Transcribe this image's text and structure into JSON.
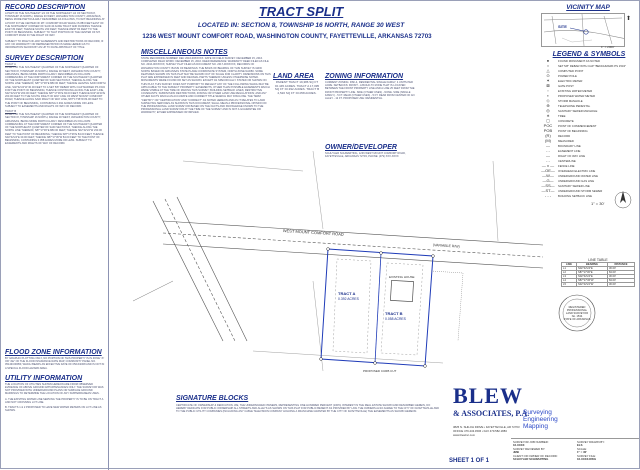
{
  "header": {
    "title": "TRACT SPLIT",
    "located": "LOCATED IN: SECTION 8, TOWNSHIP 16 NORTH, RANGE 30 WEST",
    "address": "1236 WEST MOUNT COMFORT ROAD, WASHINGTON COUNTY, FAYETTEVILLE, ARKANSAS 72703"
  },
  "left": {
    "record_title": "RECORD DESCRIPTION",
    "record_text": "A PART OF THE SOUTHEAST 1/4 OF THE NORTHEAST 1/4 OF SECTION 8, TOWNSHIP 16 NORTH, RANGE 30 WEST, WASHINGTON COUNTY, ARKANSAS, BEING MORE PARTICULARLY DESCRIBED AS FOLLOWS, TO-WIT: BEGINNING AT A POINT IN THE CENTER OF MT. COMFORT ROAD WHICH IS 883 FEET EAST OF THE NORTHWEST CORNER OF SAID 40 ACRE TRACT AND RUNNING THENCE EAST 84 FEET, THENCE SOUTH 233 FEET, THENCE WEST 84 FEET TO THE POINT OF BEGINNING. SUBJECT TO THAT PORTION OF THE CENTER OF MT. COMFORT ROAD IN THE RIGHT OF WAY.",
    "record_text2": "SUBJECT TO RIGHT-OF-WAY EASEMENTS AND RESTRICTIONS OF RECORD, IF ANY. NO WARRANTY OR REPRESENTATION IS MADE HEREIN AS TO INFORMATION SHOWN BY AN UP TO DATE ABSTRACT OF TITLE.",
    "survey_title": "SURVEY DESCRIPTION",
    "tract_a": "TRACT A",
    "survey_text": "A PART OF THE SOUTHEAST QUARTER OF THE NORTHEAST QUARTER OF SECTION 8, TOWNSHIP 16 NORTH, RANGE 30 WEST, WASHINGTON COUNTY, ARKANSAS, BEING MORE PARTICULARLY DESCRIBED AS FOLLOWS: COMMENCING AT THE NORTHWEST CORNER OF THE SOUTHEAST QUARTER OF THE NORTHEAST QUARTER OF SAID SECTION 8, THENCE ALONG THE NORTH LINE THEREOF, S87°17'36\"E 883.00 FEET; THENCE LEAVING SAID NORTH LINE, S02°42'24\"W 30.00 FEET TO A SET 5/8\" REBAR WITH CAP MARKED PS 1534 FOR THE POINT OF BEGINNING; THENCE CONTINUING ALONG THE EAST LINE, S02°42'24\"W 203.00 FEET; THENCE S87°17'36\"E 84.00 FEET; THENCE N02°42'24\"E 203.00 FEET TO THE SOUTH RIGHT OF WAY LINE OF WEST MOUNT COMFORT ROAD; THENCE ALONG SAID RIGHT OF WAY LINE, N87°17'36\"W 84.00 FEET TO THE POINT OF BEGINNING, CONTAINING 0.392 ACRES MORE OR LESS. SUBJECT TO EASEMENTS AND RIGHTS OF WAY OF RECORD.",
    "tract_b": "TRACT B",
    "survey_text2": "A PART OF THE SOUTHEAST QUARTER OF THE NORTHEAST QUARTER OF SECTION 8, TOWNSHIP 16 NORTH, RANGE 30 WEST, WASHINGTON COUNTY, ARKANSAS, BEING MORE PARTICULARLY DESCRIBED AS FOLLOWS: COMMENCING AT THE NORTHWEST CORNER OF THE SOUTHEAST QUARTER OF THE NORTHEAST QUARTER OF SAID SECTION 8, THENCE ALONG THE NORTH LINE THEREOF, S87°17'36\"E 883.00 FEET; THENCE S02°42'24\"W 233.00 FEET TO THE POINT OF BEGINNING; THENCE S87°17'36\"E 84.00 FEET; THENCE N02°42'24\"E 30.00 FEET; THENCE N87°17'36\"W 84.00 FEET TO THE POINT OF BEGINNING, CONTAINING 0.058 ACRES MORE OR LESS. SUBJECT TO EASEMENTS AND RIGHTS OF WAY OF RECORD.",
    "flood_title": "FLOOD ZONE INFORMATION",
    "flood_text": "BY GRAPHIC PLOTTING ONLY, NO PORTION OF THIS PROPERTY IS IN ZONE \"A\" OR \"AE\" OF THE FLOOD INSURANCE RATE MAP, COMMUNITY PANEL NO. 05143C0095F, WHICH BEARS AN EFFECTIVE DATE OF 05/16/2008 AND IS NOT IN A SPECIAL FLOOD HAZARD AREA.",
    "utility_title": "UTILITY INFORMATION",
    "utility_text": "THE LOCATION OF UTILITIES SHOWN HEREON ARE FROM OBSERVED EVIDENCE OF ABOVE GROUND APPURTENANCES ONLY. THE SURVEYOR WAS NOT PROVIDED WITH UNDERGROUND PLANS OR SURFACE GROUND MARKINGS TO DETERMINE THE LOCATION OF ANY SUBTERRANEAN USES.",
    "utility_a": "A. THE EXISTING WATER LINE SERVING THE PROPERTY IS TO BE ON TRACT A AND NOT CROSSING LOT LINE.",
    "utility_b": "B. TRACTS 1 & 2 PROPOSED TO HAVE NEW WATER METERS ON LOT LINE AS SHOWN."
  },
  "misc": {
    "title": "MISCELLANEOUS NOTES",
    "text": "STATE RECORDING NUMBER: DEC 2016-00XXXXX. DATE OF FIELD SURVEY: DECEMBER 15, 2016. COMPLETED FIELD WORK: DECEMBER 15, 2016. DEED REFERENCE: WARRANTY DEED FILED AS FILE NO. 2016-00XXXXX; SURVEY PLAT FILED AS DOCUMENT NO. 2017-00XXXXX, RECORDS OF WASHINGTON COUNTY. BASIS OF BEARINGS: THE BASIS OF BEARING OF THIS SURVEY IS GRID NORTH BASED ON ARKANSAS STATE PLANE COORDINATE SYSTEM, NORTH ZONE NAD83. SOME FEATURES SHOWN ON THIS PLAT MAY BE SHOWN OUT OF SCALE FOR CLARITY. DIMENSIONS ON THIS PLAT ARE EXPRESSED IN FEET AND DECIMAL PARTS THEREOF UNLESS OTHERWISE NOTED. MONUMENTS WERE FOUND OR SET AS SHOWN. EXCEPT AS SPECIFICALLY STATED OR SHOWN ON THIS PLAT, THIS SURVEY DOES NOT PURPORT TO REFLECT ANY OF THE FOLLOWING WHICH MAY BE APPLICABLE TO THE SUBJECT PROPERTY: EASEMENTS, OTHER THAN POSSIBLE EASEMENTS WHICH WERE VISIBLE AT THE TIME OF MAKING THIS SURVEY; BUILDING SETBACK LINES; RESTRICTIVE COVENANTS; SUBDIVISION RESTRICTIONS; ZONING OR OTHER LAND USE REGULATIONS; AND ANY OTHER FACTS WHICH AN ACCURATE AND CURRENT TITLE SEARCH MAY DISCLOSE. THE TERM \"CERTIFY\" OR \"CERTIFICATION\" AND \"CORRECT\" AS NOTED HEREON AND AS IT RELATES TO LAND SURVEYING SERVICES AS SHOWN IN THIS DOCUMENT, SHALL MEAN A PROFESSIONAL OPINION OF THE PROFESSIONAL LAND SURVEYOR BASED ON THE FACTS AND KNOWLEDGE KNOWN TO THE PROFESSIONAL LAND SURVEYOR AT THE TIME OF THE SURVEY AND IS NOT A GUARANTEE OR WARRANTY, EITHER EXPRESSED OR IMPLIED."
  },
  "area": {
    "title": "LAND AREA",
    "text": "PARENT TRACT 19,386 SQ FT ±0.445 ACRES. TRACT A 17,095 SQ FT ±0.392 ACRES. TRACT B 2,520 SQ FT ±0.058 ACRES."
  },
  "zoning": {
    "title": "ZONING INFORMATION",
    "text": "CURRENT ZONING: RSF-4, RESIDENTIAL SINGLE FAMILY, 4 UNITS PER ACRE. SETBACKS: FRONT - A BUILD-TO ZONE THAT IS LOCATED BETWEEN THE FRONT PROPERTY LINE AND A LINE 25 FEET FROM THE FRONT PROPERTY LINE. SIDE (OTHER USES) - NONE. SIDE (SINGLE FAMILY) - 5 FT. REAR (OTHER USES) - 5 FT. REAR FROM CENTER OF AN ALLEY - 12 FT. PROPOSED USE: RESIDENTIAL"
  },
  "owner": {
    "title": "OWNER/DEVELOPER",
    "text": "SCHUYLER SCHWARTING, 1236 WEST MOUNT COMFORT ROAD, FAYETTEVILLE, ARKANSAS 72703, PHONE: (479) XXX-XXXX"
  },
  "signature": {
    "title": "SIGNATURE BLOCKS",
    "text": "CERTIFICATE OF OWNERSHIP & DEDICATION. WE, THE UNDERSIGNED OWNERS, REPRESENTING ONE HUNDRED PERCENT (100%) INTEREST IN THE REAL ESTATE SHOWN AND DESCRIBED HEREIN, DO HEREBY DEDICATE FOR PUBLIC OWNERSHIP ALL STREETS AND ALLEYS AS SHOWN ON THIS PLAT FOR PUBLIC BENEFIT AS PROVIDED BY LAW. THE OWNERS ALSO AGREE TO THE CITY OF FAYETTEVILLE AND TO THE PUBLIC UTILITY COMPANIES (INCLUDING ANY CABLE TELEVISION COMPANY HOLDING A FRANCHISE GRANTED BY THE CITY OF FAYETTEVILLE) THE EASEMENTS AS SHOWN HEREON."
  },
  "vicinity": {
    "title": "VICINITY MAP",
    "site": "SITE",
    "scale": "1\" = 2000'"
  },
  "legend": {
    "title": "LEGEND & SYMBOLS",
    "items": [
      {
        "sym": "●",
        "label": "FOUND MONUMENT AS NOTED"
      },
      {
        "sym": "○",
        "label": "SET 5/8\" REBAR WITH CAP \"BENCHMARK PS 1534\""
      },
      {
        "sym": "△",
        "label": "COMPUTED POINT"
      },
      {
        "sym": "⊙",
        "label": "POWER POLE"
      },
      {
        "sym": "✶",
        "label": "ELECTRIC METER"
      },
      {
        "sym": "⊠",
        "label": "GATE POST"
      },
      {
        "sym": "▫",
        "label": "EXISTING WATER METER"
      },
      {
        "sym": "▪",
        "label": "PROPOSED WATER METER"
      },
      {
        "sym": "◇",
        "label": "STORM MANHOLE"
      },
      {
        "sym": "⊕",
        "label": "TELEPHONE PEDESTAL"
      },
      {
        "sym": "◎",
        "label": "SANITARY SEWER MANHOLE"
      },
      {
        "sym": "∗",
        "label": "TREE"
      },
      {
        "sym": "▢",
        "label": "CONCRETE"
      },
      {
        "sym": "POC",
        "label": "POINT OF COMMENCEMENT"
      },
      {
        "sym": "POB",
        "label": "POINT OF BEGINNING"
      },
      {
        "sym": "(R)",
        "label": "RECORD"
      },
      {
        "sym": "(M)",
        "label": "MEASURED"
      },
      {
        "sym": "—",
        "label": "BOUNDARY LINE"
      },
      {
        "sym": "- -",
        "label": "EASEMENT LINE"
      },
      {
        "sym": "—",
        "label": "RIGHT OF WAY LINE"
      },
      {
        "sym": "- -",
        "label": "CENTERLINE"
      },
      {
        "sym": "— x —",
        "label": "FENCE LINE"
      },
      {
        "sym": "—OE—",
        "label": "OVERHEAD ELECTRIC LINE"
      },
      {
        "sym": "—W—",
        "label": "UNDERGROUND WATER LINE"
      },
      {
        "sym": "—G—",
        "label": "UNDERGROUND GAS LINE"
      },
      {
        "sym": "—SS—",
        "label": "SANITARY SEWER LINE"
      },
      {
        "sym": "—ST—",
        "label": "UNDERGROUND STORM SEWER"
      },
      {
        "sym": "- - -",
        "label": "BUILDING SETBACK LINE"
      }
    ]
  },
  "line_table": {
    "title": "LINE TABLE",
    "headers": [
      "LINE",
      "BEARING",
      "DISTANCE"
    ],
    "rows": [
      [
        "L1",
        "N02°42'24\"E",
        "30.00'"
      ],
      [
        "L2",
        "S87°17'36\"E",
        "84.00'"
      ],
      [
        "L3",
        "N02°42'24\"E",
        "30.00'"
      ],
      [
        "L4",
        "N87°17'36\"W",
        "84.00'"
      ],
      [
        "L5",
        "S02°42'24\"W",
        "30.00'"
      ]
    ]
  },
  "plat": {
    "road": "WEST MOUNT COMFORT ROAD",
    "row": "(VARIABLE R/W)",
    "tract1": "TRACT A",
    "tract1_area": "0.392 ACRES",
    "tract2": "TRACT B",
    "tract2_area": "0.058 ACRES",
    "existing_house": "EXISTING HOUSE",
    "proposed_curb": "PROPOSED CURB CUT"
  },
  "firm": {
    "name1": "BLEW",
    "name2": "& ASSOCIATES, P.A.",
    "svc1": "Surveying",
    "svc2": "Engineering",
    "svc3": "Mapping",
    "address": "3825 N. SHILOH DRIVE • FAYETTEVILLE, AR 72703",
    "phone": "OFFICE 479.443.4506 • FAX 479.582.1883",
    "web": "www.blewinc.com"
  },
  "titleblock": {
    "job_label": "SURVEYOR JOB NUMBER:",
    "job": "16-XXXX",
    "drawn_label": "SURVEY DRAWN BY:",
    "drawn": "ELS",
    "reviewed_label": "SURVEY REVIEWED BY:",
    "reviewed": "JMB",
    "scale_label": "SCALE:",
    "scale": "1\" = 30'",
    "client_label": "CLIENT OR OWNER OF RECORD:",
    "client": "SCHUYLER SCHWARTING",
    "file_label": "SURVEY FILE:",
    "file": "16-XXXX.DWG",
    "sheet": "SHEET 1 OF 1"
  },
  "seal": {
    "line1": "REGISTERED",
    "line2": "PROFESSIONAL",
    "line3": "LAND SURVEYOR",
    "line4": "No. 1534",
    "line5": "STATE OF ARKANSAS"
  }
}
